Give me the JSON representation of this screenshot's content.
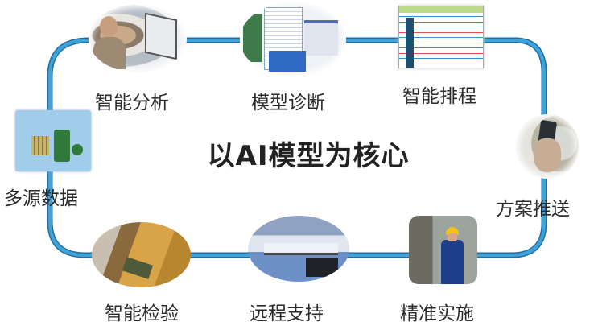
{
  "diagram": {
    "title": "以AI模型为核心",
    "loop_color": "#2f8fc9",
    "nodes": [
      {
        "id": "analysis",
        "label": "智能分析",
        "image": "engineer-at-computer-photo"
      },
      {
        "id": "diagnosis",
        "label": "模型诊断",
        "image": "software-dashboard-screenshot"
      },
      {
        "id": "scheduling",
        "label": "智能排程",
        "image": "gantt-schedule-table"
      },
      {
        "id": "push",
        "label": "方案推送",
        "image": "hand-holding-phone-photo"
      },
      {
        "id": "implementation",
        "label": "精准实施",
        "image": "worker-in-hardhat-photo"
      },
      {
        "id": "remote",
        "label": "远程支持",
        "image": "control-room-photo"
      },
      {
        "id": "inspection",
        "label": "智能检验",
        "image": "industrial-equipment-photo"
      },
      {
        "id": "data",
        "label": "多源数据",
        "image": "machinery-schematic-diagram"
      }
    ]
  }
}
